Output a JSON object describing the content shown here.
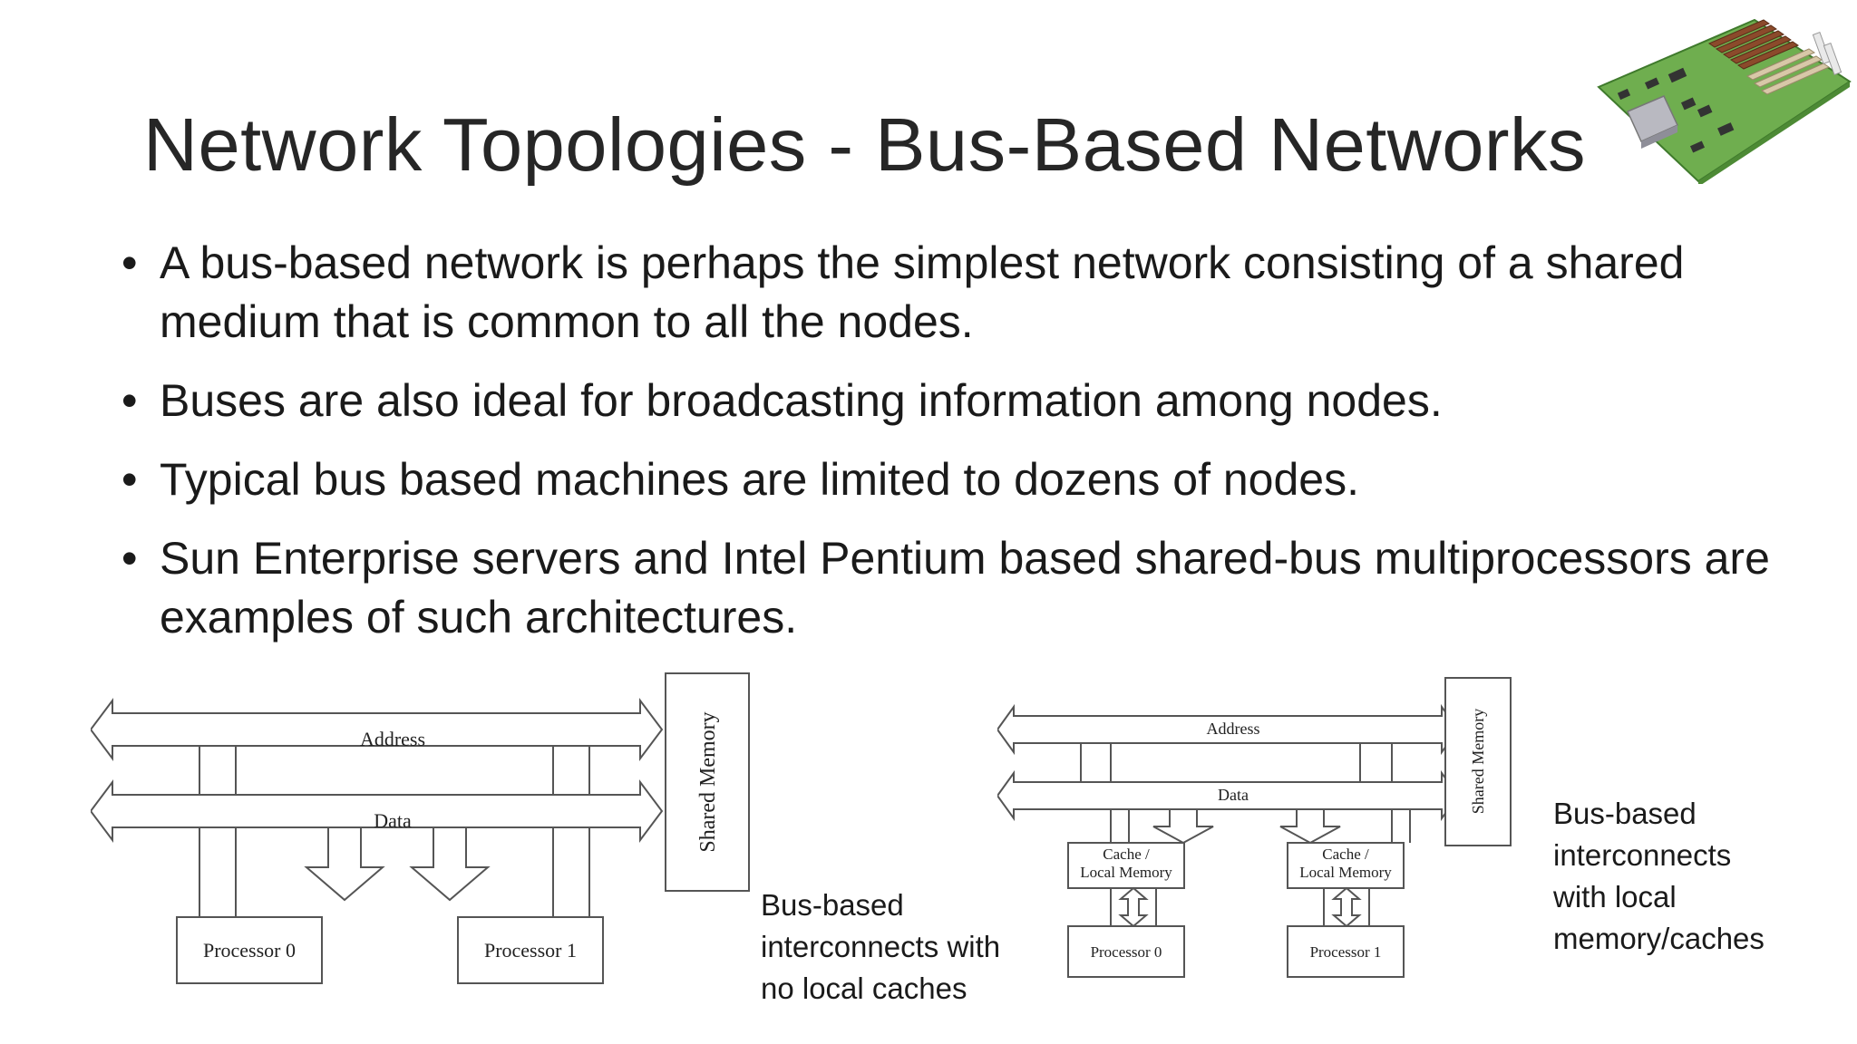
{
  "slide": {
    "title": "Network Topologies - Bus-Based Networks",
    "bullets": [
      "A bus-based network is perhaps the simplest network consisting of a shared medium that is common to all the nodes.",
      "Buses are also ideal for broadcasting information among nodes.",
      "Typical bus based machines are limited to dozens of nodes.",
      "Sun Enterprise servers and Intel Pentium based shared-bus multiprocessors are examples of such architectures."
    ]
  },
  "diagram_left": {
    "address_label": "Address",
    "data_label": "Data",
    "memory_label": "Shared Memory",
    "processor0_label": "Processor 0",
    "processor1_label": "Processor 1",
    "caption_lines": [
      "Bus-based",
      "interconnects with",
      "no local caches"
    ]
  },
  "diagram_right": {
    "address_label": "Address",
    "data_label": "Data",
    "memory_label": "Shared Memory",
    "cache0_line1": "Cache /",
    "cache0_line2": "Local Memory",
    "cache1_line1": "Cache /",
    "cache1_line2": "Local Memory",
    "processor0_label": "Processor 0",
    "processor1_label": "Processor 1",
    "caption_lines": [
      "Bus-based",
      "interconnects",
      "with local",
      "memory/caches"
    ]
  },
  "icons": {
    "motherboard": "motherboard-illustration",
    "bullet": "bullet-dot"
  },
  "colors": {
    "title": "#262626",
    "text": "#1a1a1a",
    "diagram_stroke": "#555555",
    "board_green": "#6fae4f"
  }
}
